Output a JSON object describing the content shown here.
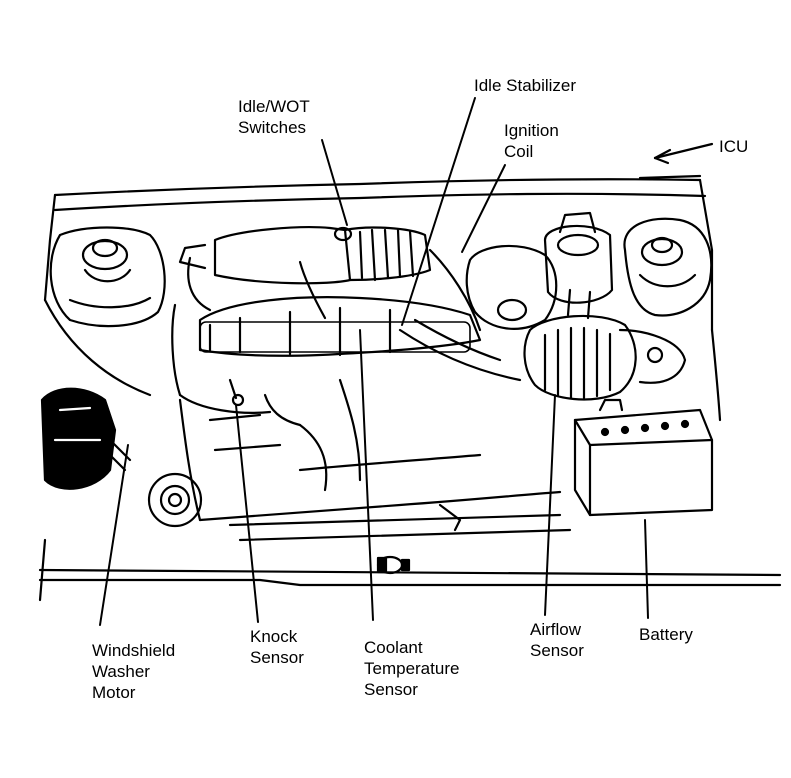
{
  "labels": {
    "idle_wot": [
      "Idle/WOT",
      "Switches"
    ],
    "idle_stabilizer": [
      "Idle Stabilizer"
    ],
    "ignition_coil": [
      "Ignition",
      "Coil"
    ],
    "icu": [
      "ICU"
    ],
    "windshield_washer_motor": [
      "Windshield",
      "Washer",
      "Motor"
    ],
    "knock_sensor": [
      "Knock",
      "Sensor"
    ],
    "coolant_temperature_sensor": [
      "Coolant",
      "Temperature",
      "Sensor"
    ],
    "airflow_sensor": [
      "Airflow",
      "Sensor"
    ],
    "battery": [
      "Battery"
    ]
  },
  "colors": {
    "ink": "#000000",
    "paper": "#ffffff"
  }
}
